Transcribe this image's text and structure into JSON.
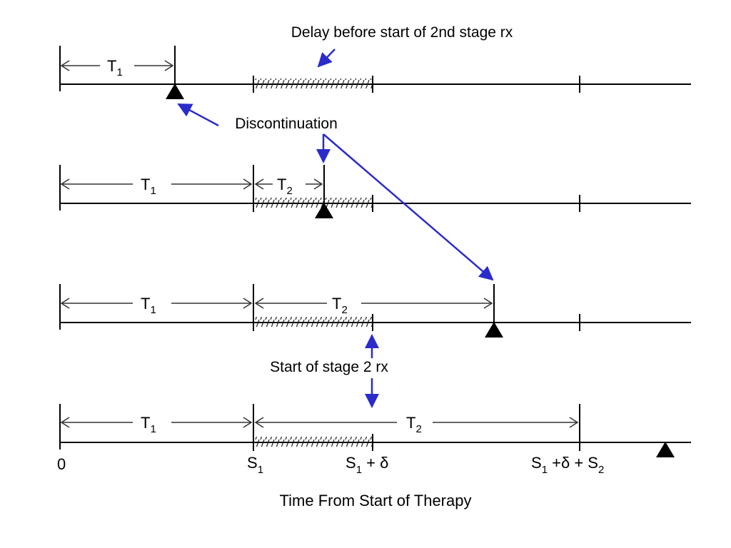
{
  "annotations": {
    "delay": "Delay before start of 2nd stage rx",
    "discontinuation": "Discontinuation",
    "stage2_start": "Start of stage 2 rx"
  },
  "interval_labels": {
    "t1": "T",
    "t1_sub": "1",
    "t2": "T",
    "t2_sub": "2"
  },
  "axis": {
    "tick_zero": "0",
    "tick_s1": "S",
    "tick_s1_sub": "1",
    "tick_s1_delta": "S",
    "tick_s1_delta_sub": "1",
    "tick_s1_delta_rest": " + δ",
    "tick_end_s": "S",
    "tick_end_sub1": "1",
    "tick_end_mid": " +δ + S",
    "tick_end_sub2": "2",
    "title": "Time From Start of Therapy"
  },
  "colors": {
    "annotation_arrow": "#2b2bcc",
    "line": "#000000",
    "marker": "#000000"
  }
}
